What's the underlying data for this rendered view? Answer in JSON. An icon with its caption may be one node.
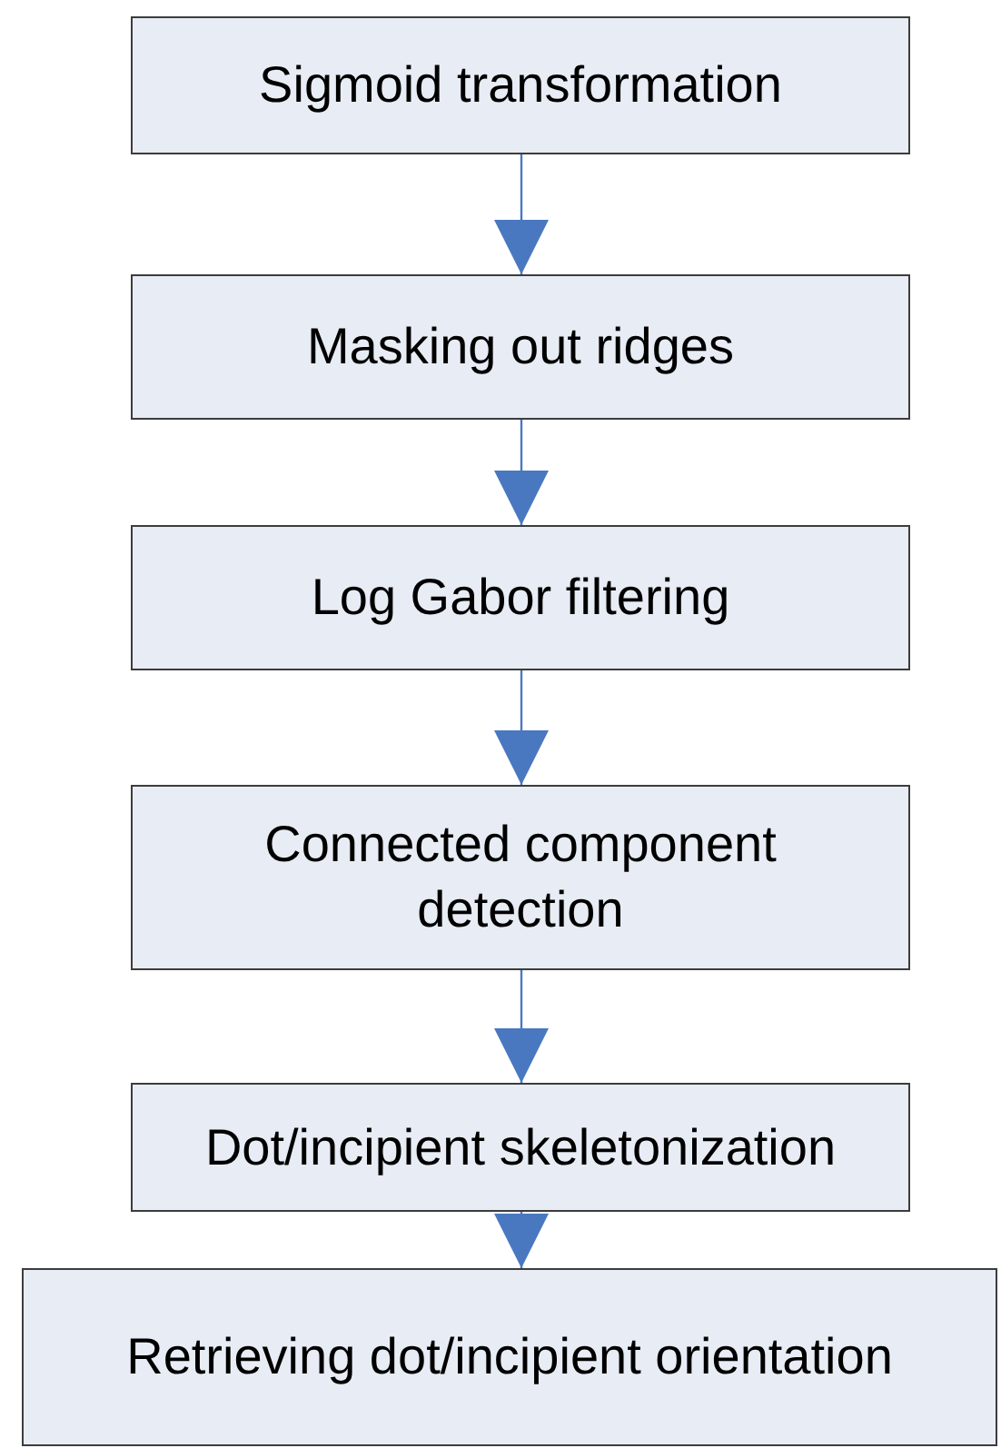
{
  "diagram": {
    "nodes": [
      {
        "text": [
          "Sigmoid transformation"
        ]
      },
      {
        "text": [
          "Masking out ridges"
        ]
      },
      {
        "text": [
          "Log Gabor filtering"
        ]
      },
      {
        "text": [
          "Connected component detection"
        ]
      },
      {
        "text": [
          "Dot/incipient skeletonization"
        ]
      },
      {
        "text": [
          "Retrieving dot/incipient orientation"
        ]
      }
    ],
    "edges": [
      {
        "from": 0,
        "to": 1,
        "arrow": "to"
      },
      {
        "from": 1,
        "to": 2,
        "arrow": "to"
      },
      {
        "from": 2,
        "to": 3,
        "arrow": "to"
      },
      {
        "from": 3,
        "to": 4,
        "arrow": "to"
      },
      {
        "from": 4,
        "to": 5,
        "arrow": "to"
      }
    ]
  }
}
